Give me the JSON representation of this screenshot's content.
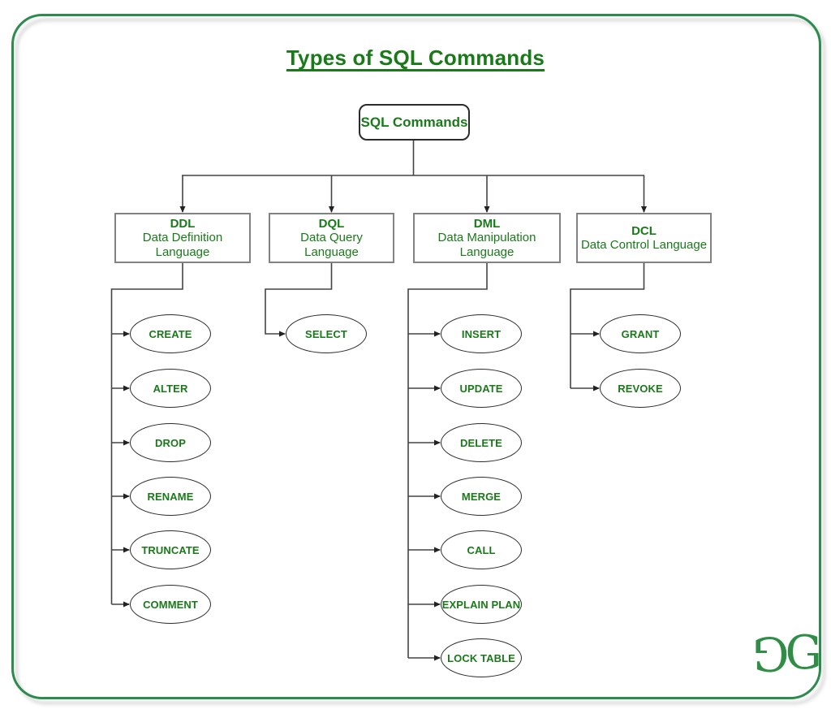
{
  "title": "Types of SQL Commands",
  "root_label": "SQL Commands",
  "categories": [
    {
      "abbr": "DDL",
      "line1": "Data Definition",
      "line2": "Language",
      "items": [
        "CREATE",
        "ALTER",
        "DROP",
        "RENAME",
        "TRUNCATE",
        "COMMENT"
      ]
    },
    {
      "abbr": "DQL",
      "line1": "Data Query",
      "line2": "Language",
      "items": [
        "SELECT"
      ]
    },
    {
      "abbr": "DML",
      "line1": "Data Manipulation",
      "line2": "Language",
      "items": [
        "INSERT",
        "UPDATE",
        "DELETE",
        "MERGE",
        "CALL",
        "EXPLAIN PLAN",
        "LOCK TABLE"
      ]
    },
    {
      "abbr": "DCL",
      "line1": "Data Control Language",
      "line2": "",
      "items": [
        "GRANT",
        "REVOKE"
      ]
    }
  ],
  "logo": {
    "g_left": "G",
    "g_right": "G"
  },
  "colors": {
    "text_green": "#1a7a1a",
    "brand_green": "#2f8d46",
    "frame_green": "#2e8b4e",
    "category_box_border": "#828282",
    "node_border": "#2b2b2b",
    "connector": "#444444",
    "shadow": "#cfcfcf"
  }
}
